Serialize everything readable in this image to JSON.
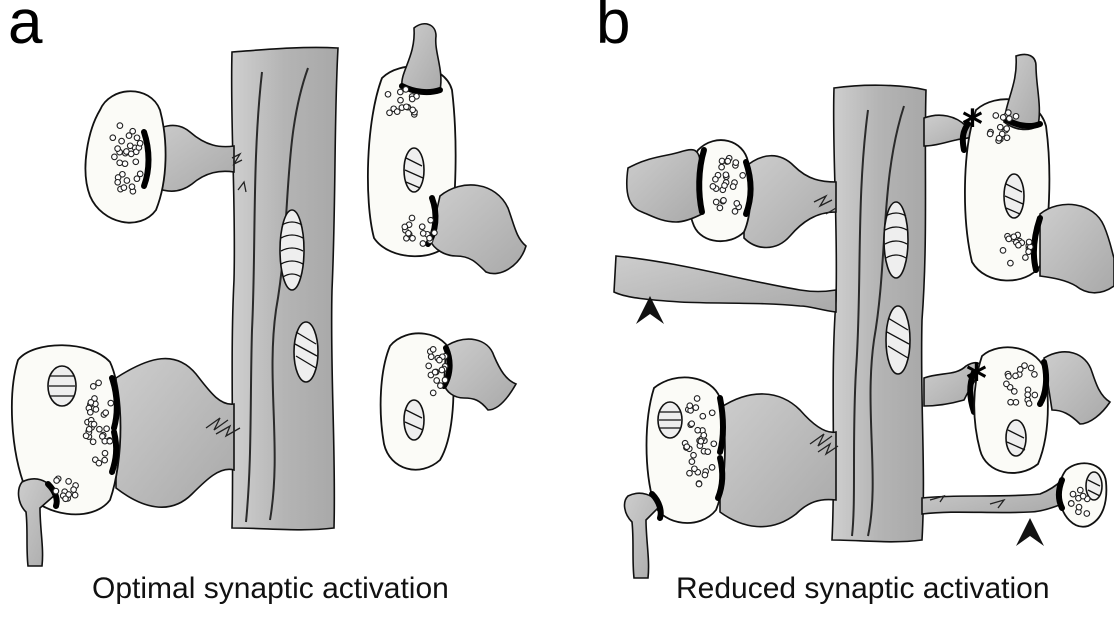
{
  "panels": [
    {
      "letter": "a",
      "caption": "Optimal synaptic activation"
    },
    {
      "letter": "b",
      "caption": "Reduced synaptic activation"
    }
  ],
  "markers": {
    "asterisk": "*"
  }
}
